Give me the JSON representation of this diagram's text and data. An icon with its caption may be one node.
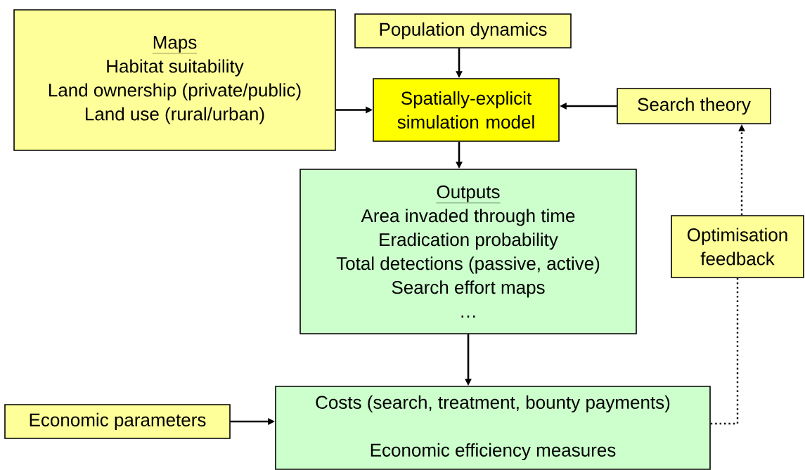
{
  "diagram": {
    "nodes": [
      {
        "text": [
          "Maps",
          "Habitat suitability",
          "Land ownership (private/public)",
          "Land use (rural/urban)"
        ]
      },
      {
        "text": [
          "Population dynamics"
        ]
      },
      {
        "text": [
          "Spatially-explicit simulation model"
        ]
      },
      {
        "text": [
          "Search theory"
        ]
      },
      {
        "text": [
          "Outputs",
          "Area invaded through time",
          "Eradication probability",
          "Total detections (passive, active)",
          "Search effort maps",
          "…"
        ]
      },
      {
        "text": [
          "Optimisation feedback"
        ]
      },
      {
        "text": [
          "Economic parameters"
        ]
      },
      {
        "text": [
          "Costs (search, treatment, bounty payments)",
          "Economic efficiency measures"
        ]
      }
    ],
    "edges": [
      {
        "from": 1,
        "to": 2,
        "arrow": "to"
      },
      {
        "from": 0,
        "to": 2,
        "arrow": "to"
      },
      {
        "from": 3,
        "to": 2,
        "arrow": "to"
      },
      {
        "from": 2,
        "to": 4,
        "arrow": "to"
      },
      {
        "from": 4,
        "to": 7,
        "arrow": "to"
      },
      {
        "from": 6,
        "to": 7,
        "arrow": "to"
      },
      {
        "from": 7,
        "to": 5,
        "arrow": "none",
        "style": "dashed"
      },
      {
        "from": 5,
        "to": 3,
        "arrow": "to",
        "style": "dashed"
      }
    ]
  }
}
